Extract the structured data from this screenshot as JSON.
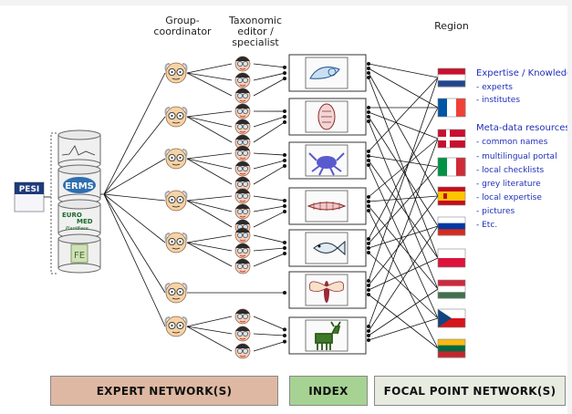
{
  "headers": {
    "group_coordinator": "Group-\ncoordinator",
    "taxonomic_editor": "Taxonomic\neditor /\nspecialist",
    "region": "Region"
  },
  "pesi_logo": "PESI",
  "databases": [
    {
      "name": "marine-database-icon",
      "label": ""
    },
    {
      "name": "erms-database-icon",
      "label": "ERMS"
    },
    {
      "name": "euromed-database-icon",
      "label": "EURO MED PlantBase"
    },
    {
      "name": "faunaeuropaea-database-icon",
      "label": "FE"
    }
  ],
  "taxa": [
    {
      "name": "snail-icon"
    },
    {
      "name": "tardigrade-icon"
    },
    {
      "name": "crab-icon"
    },
    {
      "name": "worm-icon"
    },
    {
      "name": "fish-icon"
    },
    {
      "name": "insect-icon"
    },
    {
      "name": "moose-icon"
    }
  ],
  "regions": [
    {
      "name": "netherlands-flag",
      "colors": [
        "#c8102e",
        "#ffffff",
        "#21468b"
      ]
    },
    {
      "name": "france-flag",
      "colors": [
        "#0055a4",
        "#ffffff",
        "#ef4135"
      ]
    },
    {
      "name": "denmark-flag",
      "colors": [
        "#c8102e",
        "#ffffff"
      ]
    },
    {
      "name": "italy-flag",
      "colors": [
        "#009246",
        "#ffffff",
        "#ce2b37"
      ]
    },
    {
      "name": "spain-flag",
      "colors": [
        "#c60b1e",
        "#ffc400",
        "#c60b1e"
      ]
    },
    {
      "name": "russia-flag",
      "colors": [
        "#ffffff",
        "#0039a6",
        "#d52b1e"
      ]
    },
    {
      "name": "poland-flag",
      "colors": [
        "#ffffff",
        "#dc143c"
      ]
    },
    {
      "name": "hungary-flag",
      "colors": [
        "#cd2a3e",
        "#ffffff",
        "#436f4d"
      ]
    },
    {
      "name": "czech-flag",
      "colors": [
        "#ffffff",
        "#d7141a",
        "#11457e"
      ]
    },
    {
      "name": "lithuania-flag",
      "colors": [
        "#fdb913",
        "#006a44",
        "#c1272d"
      ]
    }
  ],
  "info": {
    "expertise_title": "Expertise / Knowledge",
    "expertise_items": [
      "- experts",
      "- institutes"
    ],
    "meta_title": "Meta-data resources",
    "meta_items": [
      "- common names",
      "- multilingual portal",
      "- local checklists",
      "- grey literature",
      "- local expertise",
      "- pictures",
      "- Etc."
    ]
  },
  "bottom": {
    "expert": "EXPERT NETWORK(S)",
    "index": "INDEX",
    "focal": "FOCAL POINT NETWORK(S)"
  },
  "colors": {
    "expert_bg": "#deb8a2",
    "index_bg": "#a6d393",
    "focal_bg": "#e8ebe0",
    "info_text": "#1f2fb8"
  }
}
